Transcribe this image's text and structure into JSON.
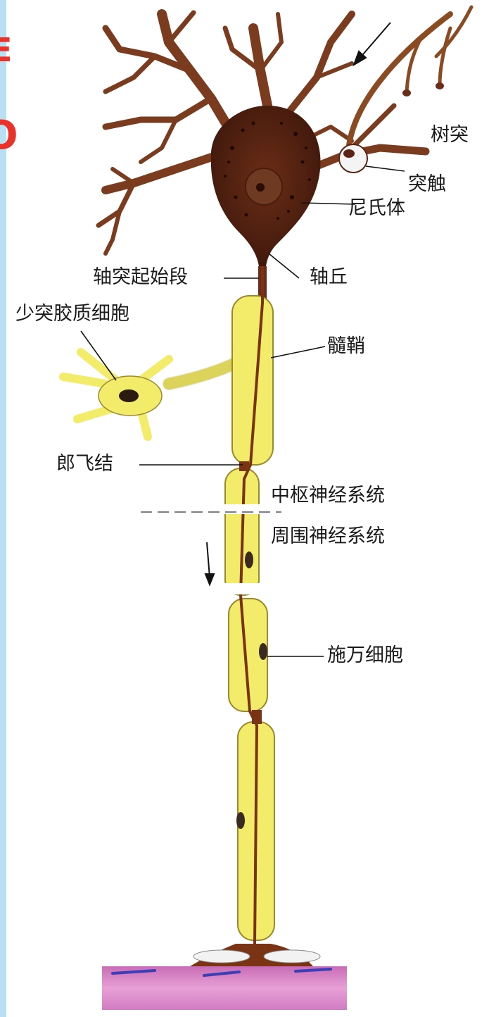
{
  "labels": {
    "dendrite": "树突",
    "synapse": "突触",
    "nissl_body": "尼氏体",
    "axon_hillock": "轴丘",
    "axon_initial_segment": "轴突起始段",
    "oligodendrocyte": "少突胶质细胞",
    "myelin_sheath": "髓鞘",
    "node_of_ranvier": "郎飞结",
    "cns": "中枢神经系统",
    "pns": "周围神经系统",
    "schwann_cell": "施万细胞"
  },
  "colors": {
    "neuron_body": "#5a2514",
    "dendrite": "#7a3b1f",
    "myelin": "#f2ec6a",
    "myelin_edge": "#9a8a2a",
    "axon_core": "#7a3414",
    "muscle": "#d882c3",
    "left_strip": "#b9e0f2",
    "red_mark": "#e8322a"
  },
  "edge_marks": [
    "E",
    "O"
  ]
}
